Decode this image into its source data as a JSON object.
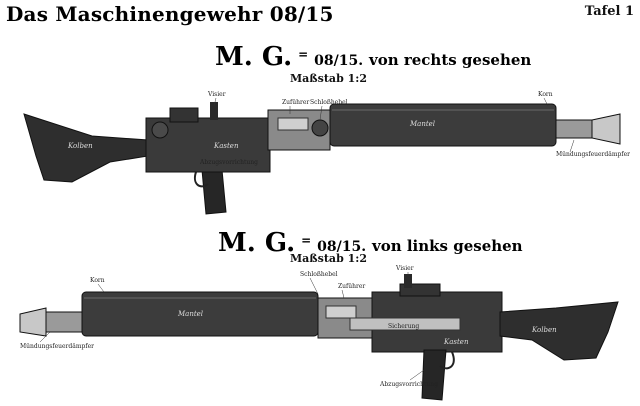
{
  "header": {
    "title": "Das Maschinengewehr 08/15",
    "plate": "Tafel 1"
  },
  "views": [
    {
      "mg": "M. G.",
      "eq": "=",
      "model": "08/15.",
      "caption": "von rechts gesehen",
      "scale_label": "Maßstab",
      "scale_value": "1:2",
      "labels": {
        "stock": "Kolben",
        "housing": "Kasten",
        "jacket": "Mantel",
        "trigger": "Abzugsvorrichtung",
        "rear_sight": "Visier",
        "feed": "Zuführer",
        "muzzle_attachment": "Mündungsfeuerdämpfer",
        "front": "Korn",
        "lock": "Schloßhebel"
      }
    },
    {
      "mg": "M. G.",
      "eq": "=",
      "model": "08/15.",
      "caption": "von links gesehen",
      "scale_label": "Maßstab",
      "scale_value": "1:2",
      "labels": {
        "stock": "Kolben",
        "housing": "Kasten",
        "jacket": "Mantel",
        "trigger": "Abzugsvorrichtung",
        "rear_sight": "Visier",
        "feed": "Zuführer",
        "muzzle_attachment": "Mündungsfeuerdämpfer",
        "front": "Korn",
        "lock": "Schloßhebel",
        "safety": "Sicherung"
      }
    }
  ]
}
